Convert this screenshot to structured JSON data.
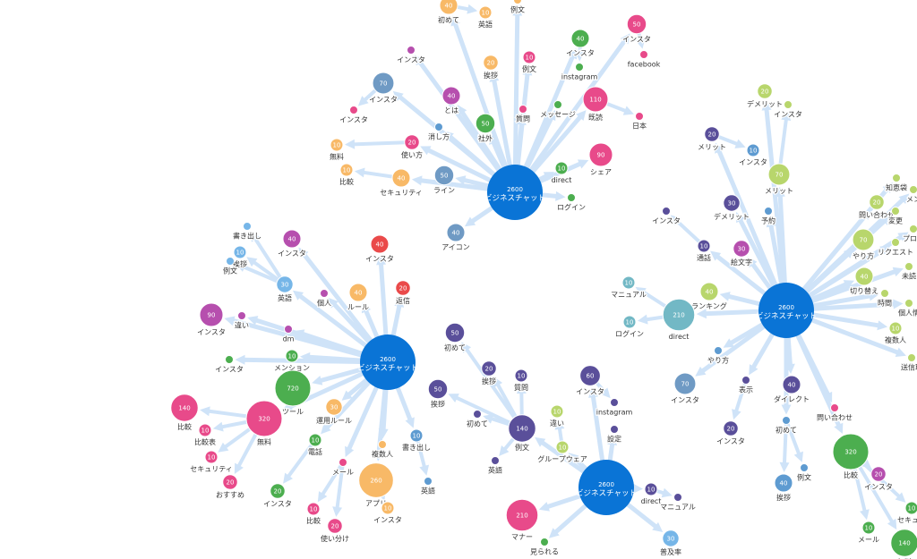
{
  "colors": {
    "edge": "#cfe3f8",
    "hub": "#0a74d6",
    "purple": "#5a4f9a",
    "green": "#4cae4f",
    "pink": "#e84a8a",
    "orange": "#f8b967",
    "blue": "#5e9bd1",
    "magenta": "#b64fae",
    "red": "#ea4a4a",
    "lime": "#b8d66c",
    "teal": "#72b8c5",
    "steel": "#6f9ac4",
    "sky": "#76b6e8"
  },
  "hubs": [
    {
      "id": "h1",
      "value": "2600",
      "label": "ビジネスチャット"
    },
    {
      "id": "h2",
      "value": "2600",
      "label": "ビジネスチャット"
    },
    {
      "id": "h3",
      "value": "2600",
      "label": "ビジネスチャット"
    },
    {
      "id": "h4",
      "value": "2600",
      "label": "ビジネスチャット"
    }
  ],
  "nodes": [
    {
      "id": "a1",
      "value": "40",
      "label": "初めて",
      "color": "orange",
      "hub": "h1"
    },
    {
      "id": "a2",
      "value": "10",
      "label": "英語",
      "color": "orange",
      "hub": "h1"
    },
    {
      "id": "a3",
      "value": "",
      "label": "例文",
      "color": "orange",
      "hub": "h1"
    },
    {
      "id": "a4",
      "value": "20",
      "label": "挨拶",
      "color": "orange",
      "hub": "h1"
    },
    {
      "id": "a5",
      "value": "40",
      "label": "インスタ",
      "color": "green",
      "hub": "h1"
    },
    {
      "id": "a6",
      "value": "50",
      "label": "インスタ",
      "color": "pink",
      "hub": "h1"
    },
    {
      "id": "a7",
      "value": "",
      "label": "facebook",
      "color": "pink",
      "hub": "h1"
    },
    {
      "id": "a8",
      "value": "",
      "label": "instagram",
      "color": "green",
      "hub": "h1"
    },
    {
      "id": "a9",
      "value": "10",
      "label": "例文",
      "color": "pink",
      "hub": "h1"
    },
    {
      "id": "a10",
      "value": "",
      "label": "インスタ",
      "color": "magenta",
      "hub": "h1"
    },
    {
      "id": "a11",
      "value": "70",
      "label": "インスタ",
      "color": "steel",
      "hub": "h1"
    },
    {
      "id": "a12",
      "value": "40",
      "label": "とは",
      "color": "magenta",
      "hub": "h1"
    },
    {
      "id": "a13",
      "value": "",
      "label": "インスタ",
      "color": "pink",
      "hub": "h1"
    },
    {
      "id": "a14",
      "value": "",
      "label": "消し方",
      "color": "blue",
      "hub": "h1"
    },
    {
      "id": "a15",
      "value": "50",
      "label": "社外",
      "color": "green",
      "hub": "h1"
    },
    {
      "id": "a16",
      "value": "",
      "label": "質問",
      "color": "pink",
      "hub": "h1"
    },
    {
      "id": "a17",
      "value": "",
      "label": "メッセージ",
      "color": "green",
      "hub": "h1"
    },
    {
      "id": "a18",
      "value": "110",
      "label": "既読",
      "color": "pink",
      "hub": "h1"
    },
    {
      "id": "a19",
      "value": "",
      "label": "日本",
      "color": "pink",
      "hub": "h1"
    },
    {
      "id": "a20",
      "value": "10",
      "label": "無料",
      "color": "orange",
      "hub": "h1"
    },
    {
      "id": "a21",
      "value": "20",
      "label": "使い方",
      "color": "pink",
      "hub": "h1"
    },
    {
      "id": "a22",
      "value": "10",
      "label": "比較",
      "color": "orange",
      "hub": "h1"
    },
    {
      "id": "a23",
      "value": "40",
      "label": "セキュリティ",
      "color": "orange",
      "hub": "h1"
    },
    {
      "id": "a24",
      "value": "50",
      "label": "ライン",
      "color": "steel",
      "hub": "h1"
    },
    {
      "id": "a25",
      "value": "90",
      "label": "シェア",
      "color": "pink",
      "hub": "h1"
    },
    {
      "id": "a26",
      "value": "10",
      "label": "direct",
      "color": "green",
      "hub": "h1"
    },
    {
      "id": "a27",
      "value": "",
      "label": "ログイン",
      "color": "green",
      "hub": "h1"
    },
    {
      "id": "a28",
      "value": "40",
      "label": "アイコン",
      "color": "steel",
      "hub": "h1"
    },
    {
      "id": "b1",
      "value": "",
      "label": "書き出し",
      "color": "sky",
      "hub": "h2"
    },
    {
      "id": "b2",
      "value": "10",
      "label": "挨拶",
      "color": "sky",
      "hub": "h2"
    },
    {
      "id": "b3",
      "value": "",
      "label": "例文",
      "color": "sky",
      "hub": "h2"
    },
    {
      "id": "b4",
      "value": "40",
      "label": "インスタ",
      "color": "magenta",
      "hub": "h2"
    },
    {
      "id": "b5",
      "value": "40",
      "label": "インスタ",
      "color": "red",
      "hub": "h2"
    },
    {
      "id": "b6",
      "value": "30",
      "label": "英語",
      "color": "sky",
      "hub": "h2"
    },
    {
      "id": "b7",
      "value": "",
      "label": "個人",
      "color": "magenta",
      "hub": "h2"
    },
    {
      "id": "b8",
      "value": "40",
      "label": "ルール",
      "color": "orange",
      "hub": "h2"
    },
    {
      "id": "b9",
      "value": "20",
      "label": "返信",
      "color": "red",
      "hub": "h2"
    },
    {
      "id": "b10",
      "value": "90",
      "label": "インスタ",
      "color": "magenta",
      "hub": "h2"
    },
    {
      "id": "b11",
      "value": "",
      "label": "違い",
      "color": "magenta",
      "hub": "h2"
    },
    {
      "id": "b12",
      "value": "",
      "label": "dm",
      "color": "magenta",
      "hub": "h2"
    },
    {
      "id": "b13",
      "value": "",
      "label": "インスタ",
      "color": "green",
      "hub": "h2"
    },
    {
      "id": "b14",
      "value": "10",
      "label": "メンション",
      "color": "green",
      "hub": "h2"
    },
    {
      "id": "b15",
      "value": "720",
      "label": "ツール",
      "color": "green",
      "hub": "h2"
    },
    {
      "id": "b16",
      "value": "30",
      "label": "運用ルール",
      "color": "orange",
      "hub": "h2"
    },
    {
      "id": "b17",
      "value": "140",
      "label": "比較",
      "color": "pink",
      "hub": "h2"
    },
    {
      "id": "b18",
      "value": "320",
      "label": "無料",
      "color": "pink",
      "hub": "h2"
    },
    {
      "id": "b19",
      "value": "10",
      "label": "比較表",
      "color": "pink",
      "hub": "h2"
    },
    {
      "id": "b20",
      "value": "10",
      "label": "電話",
      "color": "green",
      "hub": "h2"
    },
    {
      "id": "b21",
      "value": "10",
      "label": "セキュリティ",
      "color": "pink",
      "hub": "h2"
    },
    {
      "id": "b22",
      "value": "20",
      "label": "おすすめ",
      "color": "pink",
      "hub": "h2"
    },
    {
      "id": "b23",
      "value": "",
      "label": "メール",
      "color": "pink",
      "hub": "h2"
    },
    {
      "id": "b24",
      "value": "20",
      "label": "インスタ",
      "color": "green",
      "hub": "h2"
    },
    {
      "id": "b25",
      "value": "10",
      "label": "比較",
      "color": "pink",
      "hub": "h2"
    },
    {
      "id": "b26",
      "value": "20",
      "label": "使い分け",
      "color": "pink",
      "hub": "h2"
    },
    {
      "id": "b27",
      "value": "",
      "label": "複数人",
      "color": "orange",
      "hub": "h2"
    },
    {
      "id": "b28",
      "value": "260",
      "label": "アプリ",
      "color": "orange",
      "hub": "h2"
    },
    {
      "id": "b29",
      "value": "10",
      "label": "インスタ",
      "color": "orange",
      "hub": "h2"
    },
    {
      "id": "b30",
      "value": "10",
      "label": "書き出し",
      "color": "blue",
      "hub": "h2"
    },
    {
      "id": "b31",
      "value": "",
      "label": "英語",
      "color": "blue",
      "hub": "h2"
    },
    {
      "id": "c1",
      "value": "50",
      "label": "初めて",
      "color": "purple",
      "hub": "h3"
    },
    {
      "id": "c2",
      "value": "20",
      "label": "挨拶",
      "color": "purple",
      "hub": "h3"
    },
    {
      "id": "c3",
      "value": "10",
      "label": "質問",
      "color": "purple",
      "hub": "h3"
    },
    {
      "id": "c4",
      "value": "50",
      "label": "挨拶",
      "color": "purple",
      "hub": "h3"
    },
    {
      "id": "c5",
      "value": "",
      "label": "初めて",
      "color": "purple",
      "hub": "h3"
    },
    {
      "id": "c6",
      "value": "140",
      "label": "例文",
      "color": "purple",
      "hub": "h3"
    },
    {
      "id": "c7",
      "value": "",
      "label": "英語",
      "color": "purple",
      "hub": "h3"
    },
    {
      "id": "c8",
      "value": "10",
      "label": "違い",
      "color": "lime",
      "hub": "h3"
    },
    {
      "id": "c9",
      "value": "10",
      "label": "グループウェア",
      "color": "lime",
      "hub": "h3"
    },
    {
      "id": "c10",
      "value": "60",
      "label": "インスタ",
      "color": "purple",
      "hub": "h3"
    },
    {
      "id": "c11",
      "value": "",
      "label": "instagram",
      "color": "purple",
      "hub": "h3"
    },
    {
      "id": "c12",
      "value": "",
      "label": "設定",
      "color": "purple",
      "hub": "h3"
    },
    {
      "id": "c13",
      "value": "10",
      "label": "direct",
      "color": "purple",
      "hub": "h3"
    },
    {
      "id": "c14",
      "value": "",
      "label": "マニュアル",
      "color": "purple",
      "hub": "h3"
    },
    {
      "id": "c15",
      "value": "210",
      "label": "マナー",
      "color": "pink",
      "hub": "h3"
    },
    {
      "id": "c16",
      "value": "",
      "label": "見られる",
      "color": "green",
      "hub": "h3"
    },
    {
      "id": "c17",
      "value": "30",
      "label": "普及率",
      "color": "sky",
      "hub": "h3"
    },
    {
      "id": "d1",
      "value": "20",
      "label": "デメリット",
      "color": "lime",
      "hub": "h4"
    },
    {
      "id": "d2",
      "value": "",
      "label": "インスタ",
      "color": "lime",
      "hub": "h4"
    },
    {
      "id": "d3",
      "value": "70",
      "label": "メリット",
      "color": "lime",
      "hub": "h4"
    },
    {
      "id": "d4",
      "value": "20",
      "label": "メリット",
      "color": "purple",
      "hub": "h4"
    },
    {
      "id": "d5",
      "value": "10",
      "label": "インスタ",
      "color": "blue",
      "hub": "h4"
    },
    {
      "id": "d6",
      "value": "30",
      "label": "デメリット",
      "color": "purple",
      "hub": "h4"
    },
    {
      "id": "d7",
      "value": "",
      "label": "予約",
      "color": "blue",
      "hub": "h4"
    },
    {
      "id": "d8",
      "value": "",
      "label": "インスタ",
      "color": "purple",
      "hub": "h4"
    },
    {
      "id": "d9",
      "value": "10",
      "label": "通話",
      "color": "purple",
      "hub": "h4"
    },
    {
      "id": "d10",
      "value": "30",
      "label": "絵文字",
      "color": "magenta",
      "hub": "h4"
    },
    {
      "id": "d11",
      "value": "10",
      "label": "マニュアル",
      "color": "teal",
      "hub": "h4"
    },
    {
      "id": "d12",
      "value": "40",
      "label": "ランキング",
      "color": "lime",
      "hub": "h4"
    },
    {
      "id": "d13",
      "value": "210",
      "label": "direct",
      "color": "teal",
      "hub": "h4"
    },
    {
      "id": "d14",
      "value": "10",
      "label": "ログイン",
      "color": "teal",
      "hub": "h4"
    },
    {
      "id": "d15",
      "value": "",
      "label": "やり方",
      "color": "blue",
      "hub": "h4"
    },
    {
      "id": "d16",
      "value": "70",
      "label": "インスタ",
      "color": "steel",
      "hub": "h4"
    },
    {
      "id": "d17",
      "value": "",
      "label": "表示",
      "color": "purple",
      "hub": "h4"
    },
    {
      "id": "d18",
      "value": "40",
      "label": "ダイレクト",
      "color": "purple",
      "hub": "h4"
    },
    {
      "id": "d19",
      "value": "20",
      "label": "インスタ",
      "color": "purple",
      "hub": "h4"
    },
    {
      "id": "d20",
      "value": "",
      "label": "初めて",
      "color": "blue",
      "hub": "h4"
    },
    {
      "id": "d21",
      "value": "",
      "label": "例文",
      "color": "blue",
      "hub": "h4"
    },
    {
      "id": "d22",
      "value": "40",
      "label": "挨拶",
      "color": "blue",
      "hub": "h4"
    },
    {
      "id": "d23",
      "value": "",
      "label": "問い合わせ",
      "color": "pink",
      "hub": "h4"
    },
    {
      "id": "d24",
      "value": "320",
      "label": "比較",
      "color": "green",
      "hub": "h4"
    },
    {
      "id": "d25",
      "value": "20",
      "label": "インスタ",
      "color": "magenta",
      "hub": "h4"
    },
    {
      "id": "d26",
      "value": "10",
      "label": "メール",
      "color": "green",
      "hub": "h4"
    },
    {
      "id": "d27",
      "value": "10",
      "label": "セキュリ",
      "color": "green",
      "hub": "h4"
    },
    {
      "id": "d28",
      "value": "140",
      "label": "無料",
      "color": "green",
      "hub": "h4"
    },
    {
      "id": "d29",
      "value": "",
      "label": "知恵袋",
      "color": "lime",
      "hub": "h4"
    },
    {
      "id": "d30",
      "value": "",
      "label": "メン",
      "color": "lime",
      "hub": "h4"
    },
    {
      "id": "d31",
      "value": "20",
      "label": "問い合わせ",
      "color": "lime",
      "hub": "h4"
    },
    {
      "id": "d32",
      "value": "",
      "label": "変更",
      "color": "lime",
      "hub": "h4"
    },
    {
      "id": "d33",
      "value": "",
      "label": "プロア",
      "color": "lime",
      "hub": "h4"
    },
    {
      "id": "d34",
      "value": "70",
      "label": "やり方",
      "color": "lime",
      "hub": "h4"
    },
    {
      "id": "d35",
      "value": "",
      "label": "リクエスト",
      "color": "lime",
      "hub": "h4"
    },
    {
      "id": "d36",
      "value": "",
      "label": "未読",
      "color": "lime",
      "hub": "h4"
    },
    {
      "id": "d37",
      "value": "40",
      "label": "切り替え",
      "color": "lime",
      "hub": "h4"
    },
    {
      "id": "d38",
      "value": "",
      "label": "時間",
      "color": "lime",
      "hub": "h4"
    },
    {
      "id": "d39",
      "value": "",
      "label": "個人情",
      "color": "lime",
      "hub": "h4"
    },
    {
      "id": "d40",
      "value": "10",
      "label": "複数人",
      "color": "lime",
      "hub": "h4"
    },
    {
      "id": "d41",
      "value": "",
      "label": "送信取",
      "color": "lime",
      "hub": "h4"
    }
  ],
  "links": [
    [
      "h1",
      "a1"
    ],
    [
      "a1",
      "a2"
    ],
    [
      "h1",
      "a3"
    ],
    [
      "h1",
      "a4"
    ],
    [
      "h1",
      "a5"
    ],
    [
      "h1",
      "a6"
    ],
    [
      "a6",
      "a7"
    ],
    [
      "a5",
      "a8"
    ],
    [
      "h1",
      "a9"
    ],
    [
      "h1",
      "a10"
    ],
    [
      "h1",
      "a11"
    ],
    [
      "h1",
      "a12"
    ],
    [
      "a11",
      "a13"
    ],
    [
      "h1",
      "a14"
    ],
    [
      "h1",
      "a15"
    ],
    [
      "h1",
      "a16"
    ],
    [
      "h1",
      "a17"
    ],
    [
      "h1",
      "a18"
    ],
    [
      "a18",
      "a19"
    ],
    [
      "a21",
      "a20"
    ],
    [
      "h1",
      "a21"
    ],
    [
      "a23",
      "a22"
    ],
    [
      "h1",
      "a23"
    ],
    [
      "h1",
      "a24"
    ],
    [
      "h1",
      "a25"
    ],
    [
      "h1",
      "a26"
    ],
    [
      "h1",
      "a27"
    ],
    [
      "h1",
      "a28"
    ],
    [
      "b6",
      "b1"
    ],
    [
      "b6",
      "b2"
    ],
    [
      "b6",
      "b3"
    ],
    [
      "h2",
      "b4"
    ],
    [
      "h2",
      "b5"
    ],
    [
      "h2",
      "b6"
    ],
    [
      "h2",
      "b7"
    ],
    [
      "h2",
      "b8"
    ],
    [
      "h2",
      "b9"
    ],
    [
      "h2",
      "b10"
    ],
    [
      "h2",
      "b11"
    ],
    [
      "h2",
      "b12"
    ],
    [
      "h2",
      "b13"
    ],
    [
      "h2",
      "b14"
    ],
    [
      "h2",
      "b15"
    ],
    [
      "h2",
      "b16"
    ],
    [
      "b18",
      "b17"
    ],
    [
      "h2",
      "b18"
    ],
    [
      "b18",
      "b19"
    ],
    [
      "h2",
      "b20"
    ],
    [
      "b18",
      "b21"
    ],
    [
      "b18",
      "b22"
    ],
    [
      "h2",
      "b23"
    ],
    [
      "b20",
      "b24"
    ],
    [
      "b23",
      "b25"
    ],
    [
      "b23",
      "b26"
    ],
    [
      "h2",
      "b27"
    ],
    [
      "h2",
      "b28"
    ],
    [
      "b28",
      "b29"
    ],
    [
      "h2",
      "b30"
    ],
    [
      "b30",
      "b31"
    ],
    [
      "c6",
      "c1"
    ],
    [
      "c6",
      "c2"
    ],
    [
      "c6",
      "c3"
    ],
    [
      "c6",
      "c4"
    ],
    [
      "c6",
      "c5"
    ],
    [
      "h3",
      "c6"
    ],
    [
      "c6",
      "c7"
    ],
    [
      "c9",
      "c8"
    ],
    [
      "h3",
      "c9"
    ],
    [
      "h3",
      "c10"
    ],
    [
      "c10",
      "c11"
    ],
    [
      "h3",
      "c12"
    ],
    [
      "h3",
      "c13"
    ],
    [
      "c13",
      "c14"
    ],
    [
      "h3",
      "c15"
    ],
    [
      "h3",
      "c16"
    ],
    [
      "h3",
      "c17"
    ],
    [
      "h4",
      "d1"
    ],
    [
      "d3",
      "d2"
    ],
    [
      "h4",
      "d3"
    ],
    [
      "h4",
      "d4"
    ],
    [
      "d4",
      "d5"
    ],
    [
      "h4",
      "d6"
    ],
    [
      "h4",
      "d7"
    ],
    [
      "d9",
      "d8"
    ],
    [
      "h4",
      "d9"
    ],
    [
      "h4",
      "d10"
    ],
    [
      "d13",
      "d11"
    ],
    [
      "h4",
      "d12"
    ],
    [
      "h4",
      "d13"
    ],
    [
      "d13",
      "d14"
    ],
    [
      "h4",
      "d15"
    ],
    [
      "h4",
      "d16"
    ],
    [
      "h4",
      "d17"
    ],
    [
      "h4",
      "d18"
    ],
    [
      "d17",
      "d19"
    ],
    [
      "h4",
      "d20"
    ],
    [
      "d20",
      "d21"
    ],
    [
      "d20",
      "d22"
    ],
    [
      "h4",
      "d23"
    ],
    [
      "h4",
      "d24"
    ],
    [
      "d24",
      "d25"
    ],
    [
      "d24",
      "d26"
    ],
    [
      "d24",
      "d27"
    ],
    [
      "d24",
      "d28"
    ],
    [
      "h4",
      "d29"
    ],
    [
      "h4",
      "d30"
    ],
    [
      "h4",
      "d31"
    ],
    [
      "h4",
      "d32"
    ],
    [
      "h4",
      "d33"
    ],
    [
      "h4",
      "d34"
    ],
    [
      "h4",
      "d35"
    ],
    [
      "h4",
      "d36"
    ],
    [
      "h4",
      "d37"
    ],
    [
      "h4",
      "d38"
    ],
    [
      "h4",
      "d39"
    ],
    [
      "h4",
      "d40"
    ],
    [
      "h4",
      "d41"
    ]
  ]
}
